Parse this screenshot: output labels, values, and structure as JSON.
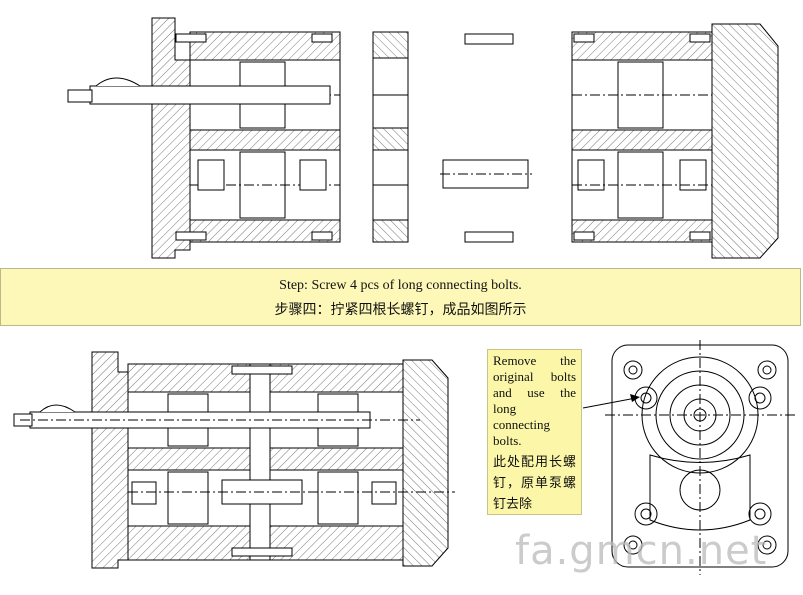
{
  "step_banner": {
    "english": "Step: Screw 4 pcs of long connecting bolts.",
    "chinese": "步骤四：拧紧四根长螺钉，成品如图所示"
  },
  "note": {
    "english": "Remove the original bolts and use the long connecting bolts.",
    "chinese": "此处配用长螺钉，原单泵螺钉去除"
  },
  "watermark": "fa.gmcn.net",
  "colors": {
    "line": "#000000",
    "hatch": "#555555",
    "banner": "#fdf8b8",
    "note": "#fcf7a8"
  }
}
